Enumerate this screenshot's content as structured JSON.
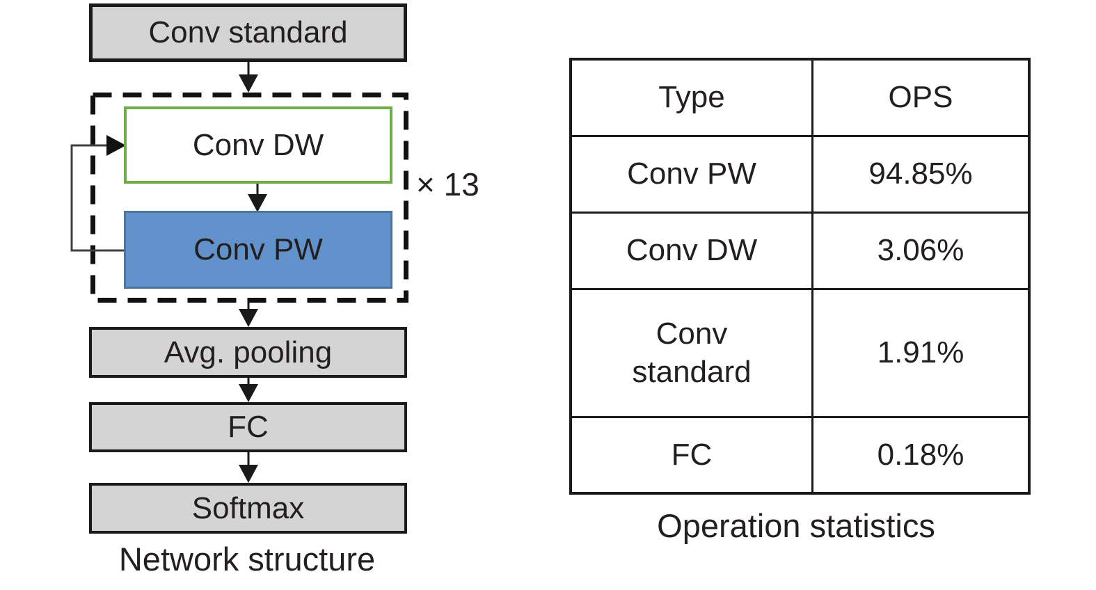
{
  "diagram": {
    "caption": "Network structure",
    "repeat_label": "× 13",
    "nodes": {
      "conv_standard": "Conv standard",
      "conv_dw": "Conv DW",
      "conv_pw": "Conv PW",
      "avg_pooling": "Avg. pooling",
      "fc": "FC",
      "softmax": "Softmax"
    },
    "colors": {
      "box_fill_gray": "#d4d4d4",
      "box_border_black": "#1a1a1a",
      "conv_dw_border_green": "#6fae45",
      "conv_pw_fill_blue": "#6292cb",
      "conv_pw_border_blue": "#49759f"
    }
  },
  "table": {
    "caption": "Operation statistics",
    "headers": [
      "Type",
      "OPS"
    ],
    "rows": [
      [
        "Conv PW",
        "94.85%"
      ],
      [
        "Conv DW",
        "3.06%"
      ],
      [
        "Conv standard",
        "1.91%"
      ],
      [
        "FC",
        "0.18%"
      ]
    ]
  },
  "chart_data": {
    "type": "table",
    "title": "Operation statistics",
    "columns": [
      "Type",
      "OPS"
    ],
    "rows": [
      [
        "Conv PW",
        "94.85%"
      ],
      [
        "Conv DW",
        "3.06%"
      ],
      [
        "Conv standard",
        "1.91%"
      ],
      [
        "FC",
        "0.18%"
      ]
    ]
  }
}
